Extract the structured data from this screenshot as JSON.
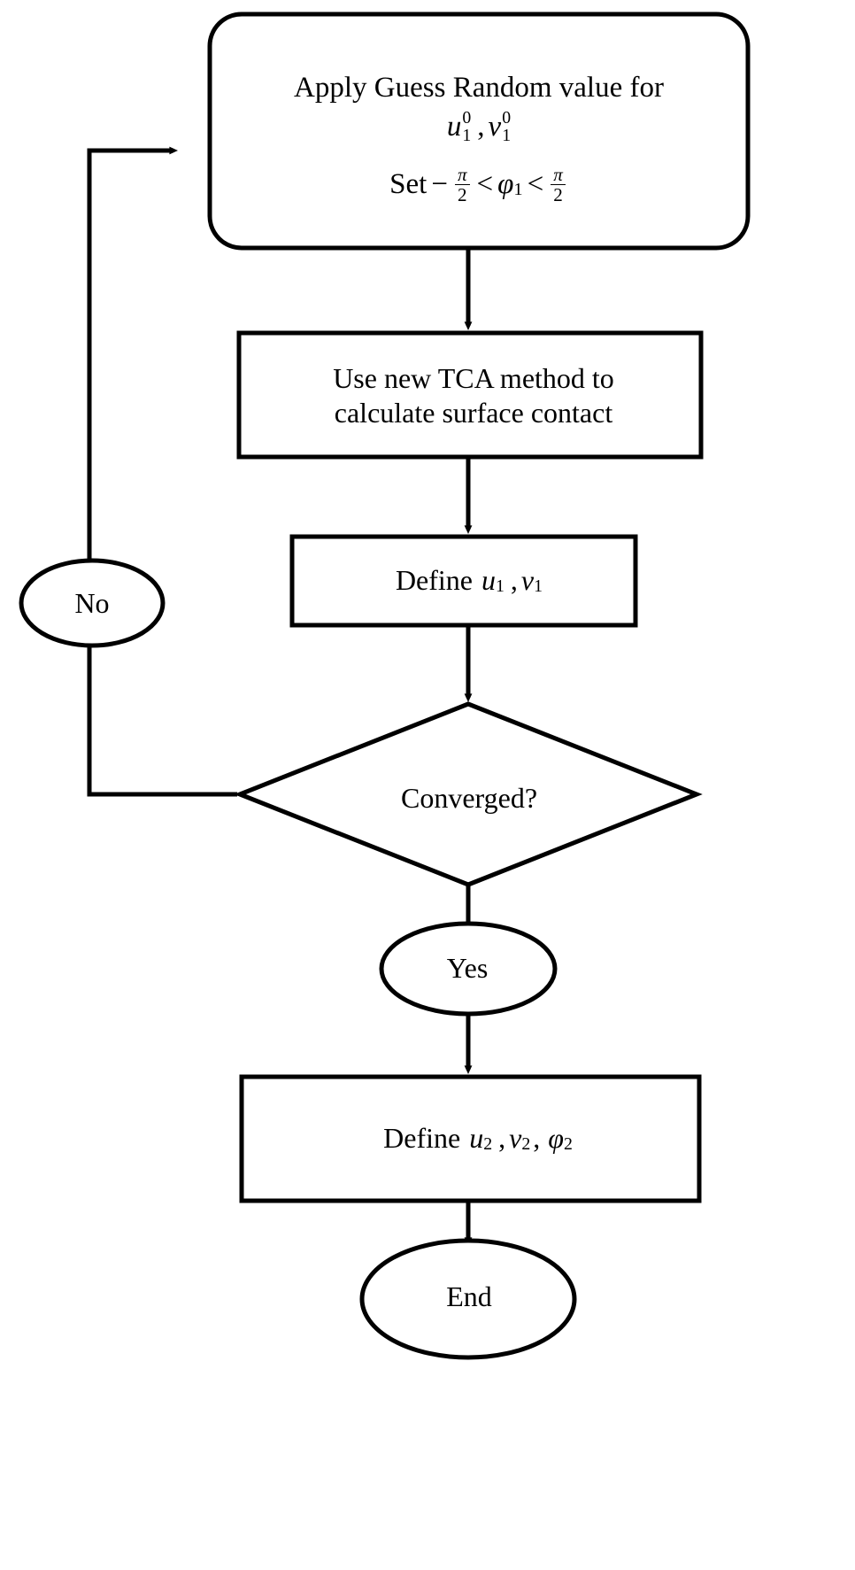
{
  "diagram": {
    "title": "TCA iterative solution flowchart",
    "background": "#ffffff",
    "stroke": "#000000",
    "fill": "#ffffff"
  },
  "nodes": {
    "start": {
      "shape": "rounded-rectangle",
      "line1": "Apply Guess Random value for",
      "line2_var_u": "u",
      "line2_u_sup": "0",
      "line2_u_sub": "1",
      "line2_comma": ",",
      "line2_var_v": "v",
      "line2_v_sup": "0",
      "line2_v_sub": "1",
      "line3_set": "Set",
      "line3_minus": "−",
      "line3_pi": "π",
      "line3_two": "2",
      "line3_lt1": "<",
      "line3_phi": "φ",
      "line3_phi_sub": "1",
      "line3_lt2": "<"
    },
    "tca": {
      "shape": "rectangle",
      "line1": "Use new TCA method to",
      "line2": "calculate surface contact"
    },
    "define1": {
      "shape": "rectangle",
      "define": "Define",
      "var_u": "u",
      "u_sub": "1",
      "comma": ",",
      "var_v": "v",
      "v_sub": "1"
    },
    "converged": {
      "shape": "diamond",
      "label": "Converged?"
    },
    "no": {
      "shape": "ellipse",
      "label": "No"
    },
    "yes": {
      "shape": "ellipse",
      "label": "Yes"
    },
    "define2": {
      "shape": "rectangle",
      "define": "Define",
      "var_u": "u",
      "u_sub": "2",
      "comma1": ",",
      "var_v": "v",
      "v_sub": "2",
      "comma2": ",",
      "var_phi": "φ",
      "phi_sub": "2"
    },
    "end": {
      "shape": "ellipse",
      "label": "End"
    }
  },
  "edges": [
    {
      "from": "start",
      "to": "tca",
      "label": ""
    },
    {
      "from": "tca",
      "to": "define1",
      "label": ""
    },
    {
      "from": "define1",
      "to": "converged",
      "label": ""
    },
    {
      "from": "converged",
      "to": "no",
      "label": "No"
    },
    {
      "from": "no",
      "to": "start",
      "label": ""
    },
    {
      "from": "converged",
      "to": "yes",
      "label": "Yes"
    },
    {
      "from": "yes",
      "to": "define2",
      "label": ""
    },
    {
      "from": "define2",
      "to": "end",
      "label": ""
    }
  ]
}
